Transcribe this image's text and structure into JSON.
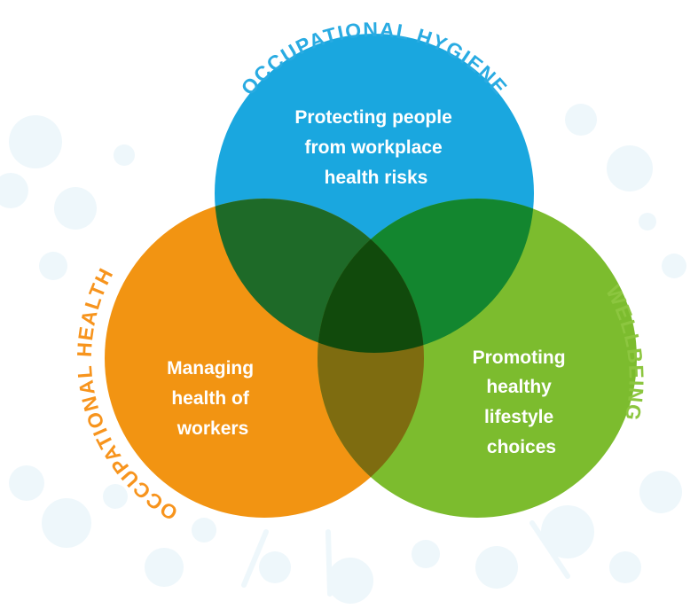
{
  "diagram": {
    "hygiene": {
      "label": "OCCUPATIONAL HYGIENE",
      "lines": [
        "Protecting people",
        "from workplace",
        "health risks"
      ],
      "color": "#1aa7df",
      "label_color": "#29abe2"
    },
    "health": {
      "label": "OCCUPATIONAL HEALTH",
      "lines": [
        "Managing",
        "health of",
        "workers"
      ],
      "color": "#f29412",
      "label_color": "#f7941d"
    },
    "wellbeing": {
      "label": "WELLBEING",
      "lines": [
        "Promoting",
        "healthy",
        "lifestyle",
        "choices"
      ],
      "color": "#7cbc2e",
      "label_color": "#8cc63f"
    },
    "overlaps": {
      "hygiene_health": "#1e6a28",
      "hygiene_wellbeing": "#13862f",
      "health_wellbeing": "#7e6c10",
      "center": "#114a0c"
    },
    "background_dot_color": "#eef7fb"
  }
}
